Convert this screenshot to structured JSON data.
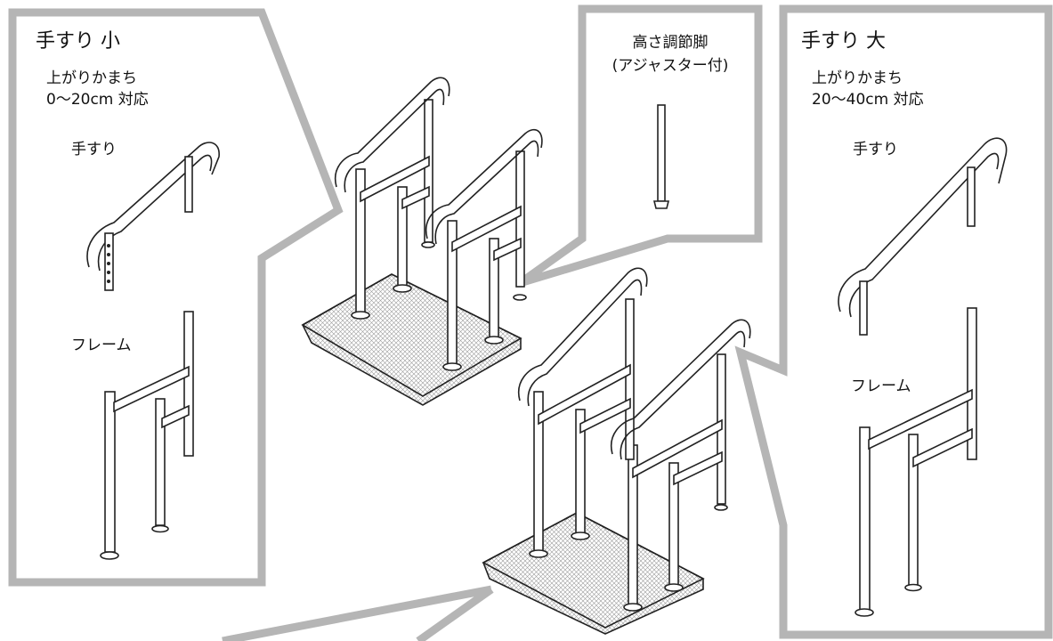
{
  "small_handrail_panel": {
    "title": "手すり 小",
    "step_label": "上がりかまち",
    "range_label": "0〜20cm 対応",
    "handrail_label": "手すり",
    "frame_label": "フレーム"
  },
  "adjuster_panel": {
    "title_line1": "高さ調節脚",
    "title_line2": "(アジャスター付)"
  },
  "large_handrail_panel": {
    "title": "手すり 大",
    "step_label": "上がりかまち",
    "range_label": "20〜40cm 対応",
    "handrail_label": "手すり",
    "frame_label": "フレーム"
  },
  "colors": {
    "callout_border": "#b5b5b5",
    "line": "#222222",
    "mesh": "#9a9a9a"
  }
}
